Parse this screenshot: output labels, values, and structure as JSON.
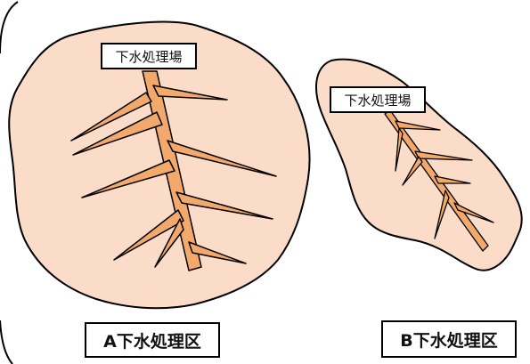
{
  "district_a": {
    "plant_label": "下水処理場",
    "district_label": "A下水処理区"
  },
  "district_b": {
    "plant_label": "下水処理場",
    "district_label": "B下水処理区"
  },
  "colors": {
    "area_fill": "#fbdcc8",
    "pipe_fill": "#f3a96c",
    "outline": "#000000"
  },
  "icons": {
    "area_a": "district-area-a-shape",
    "area_b": "district-area-b-shape",
    "trunk_sewer": "trunk-sewer-pipe",
    "branch_sewer": "branch-sewer-pipe"
  }
}
